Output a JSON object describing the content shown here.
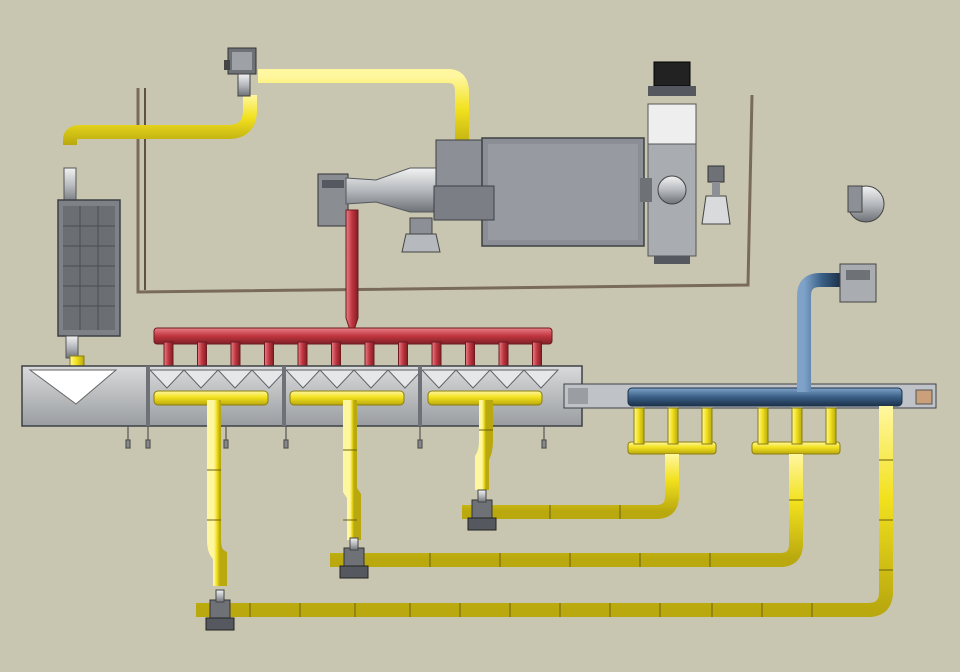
{
  "colors": {
    "background": "#c8c6b0",
    "gas_pipe": "#f2e11e",
    "gas_pipe_edge": "#8a7d10",
    "hot_air_pipe": "#c1353e",
    "hot_air_pipe_edge": "#6e1a1f",
    "exhaust_pipe": "#3a5f86",
    "exhaust_pipe_edge": "#1d324a",
    "equipment": "#8c9096",
    "equipment_light": "#c4c7cc",
    "equipment_dark": "#55595f",
    "frame": "#7a6a5a"
  },
  "components": [
    {
      "name": "blower-motor",
      "icon": "fan-motor"
    },
    {
      "name": "burner-assembly",
      "icon": "burner"
    },
    {
      "name": "control-box",
      "icon": "cabinet"
    },
    {
      "name": "heat-exchanger",
      "icon": "heat-exchanger"
    },
    {
      "name": "tunnel-oven-chamber",
      "icon": "oven"
    },
    {
      "name": "hot-air-manifold",
      "icon": "manifold"
    },
    {
      "name": "exhaust-duct",
      "icon": "duct"
    },
    {
      "name": "exhaust-fan",
      "icon": "fan"
    },
    {
      "name": "gas-regulator-valves",
      "icon": "valve"
    }
  ],
  "manifold_branch_count": 12,
  "oven_zone_count": 12
}
